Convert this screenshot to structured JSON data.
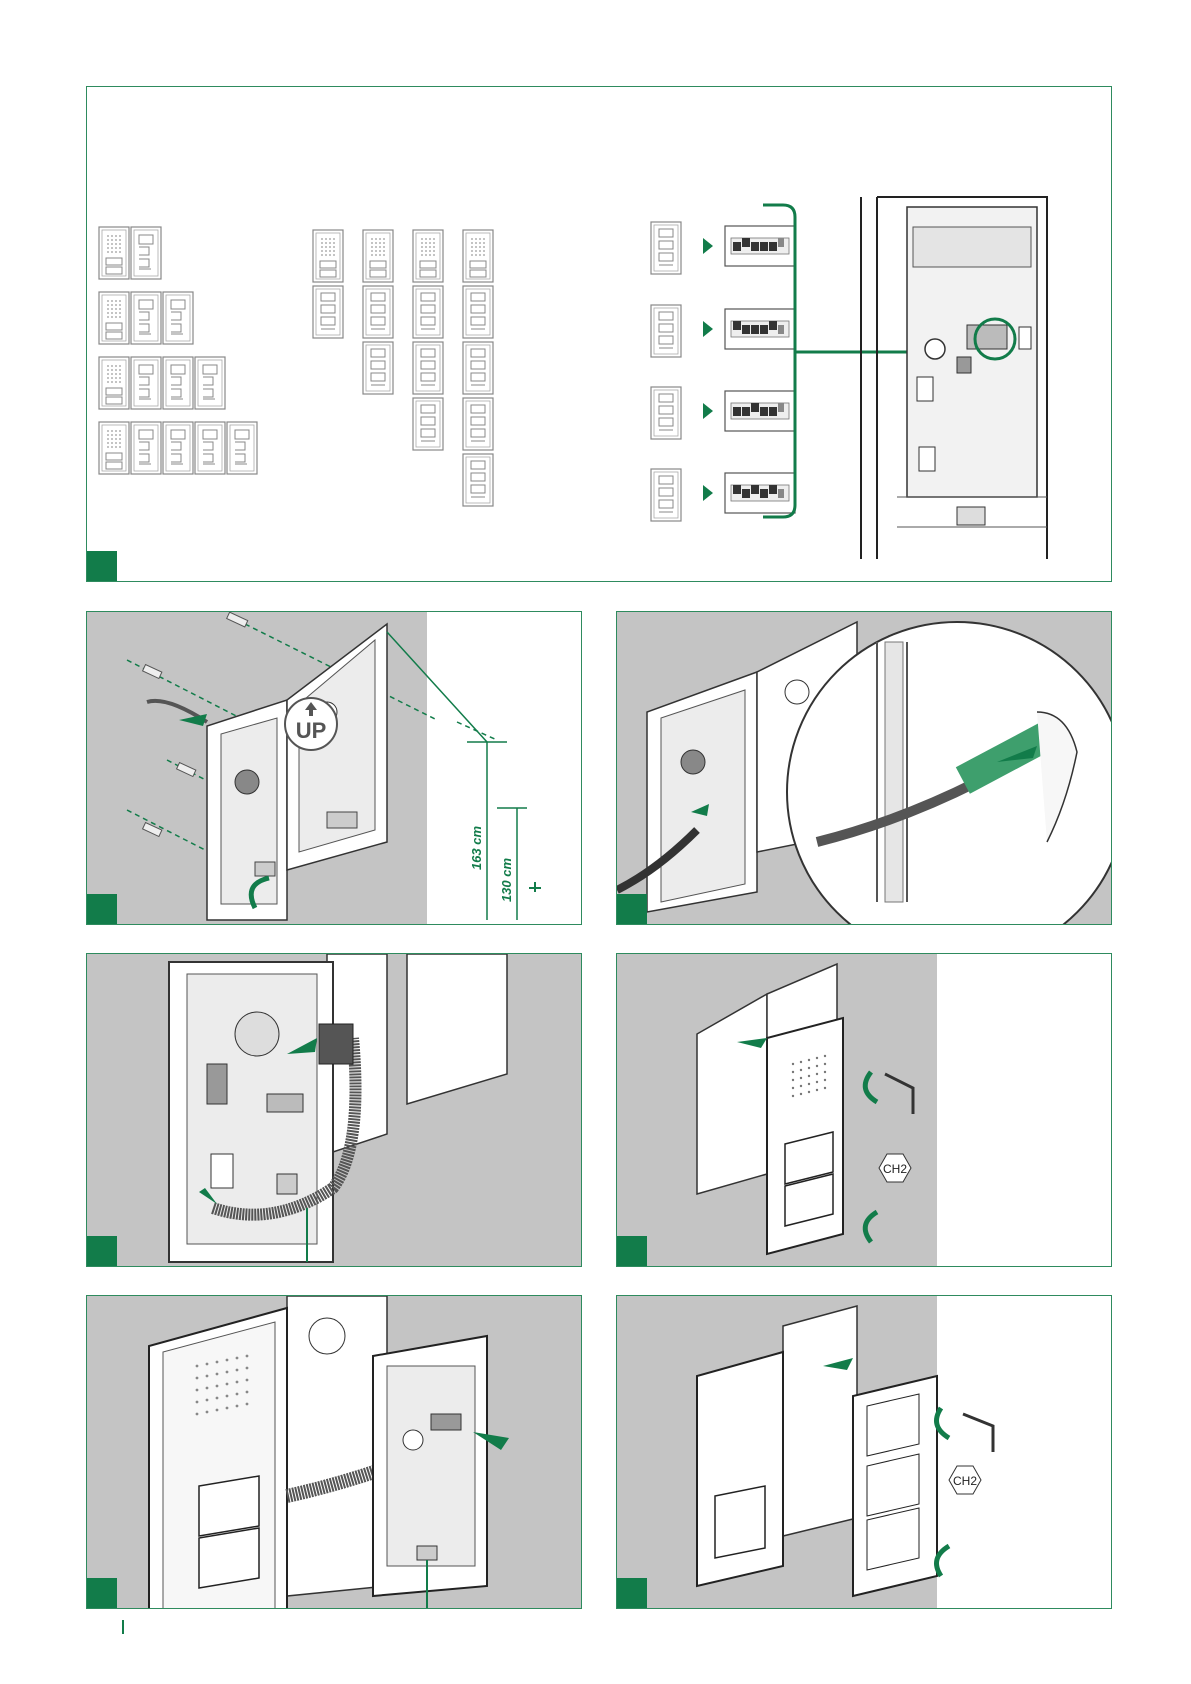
{
  "accent_color": "#127c4a",
  "wall_color": "#c4c4c4",
  "panels": [
    {
      "id": "A",
      "description_icons": [
        "module-config-icons",
        "dip-switch-settings"
      ]
    },
    {
      "id": "B",
      "labels": {
        "up": "UP",
        "height_1": "163 cm",
        "height_2": "130 cm"
      }
    },
    {
      "id": "C"
    },
    {
      "id": "D"
    },
    {
      "id": "E",
      "labels": {
        "tool": "CH2"
      }
    },
    {
      "id": "F"
    },
    {
      "id": "G",
      "labels": {
        "tool": "CH2"
      }
    }
  ],
  "step1": {
    "up_label": "UP",
    "dim_163": "163 cm",
    "dim_130": "130 cm"
  },
  "step4": {
    "tool_label": "CH2"
  },
  "step6": {
    "tool_label": "CH2"
  }
}
